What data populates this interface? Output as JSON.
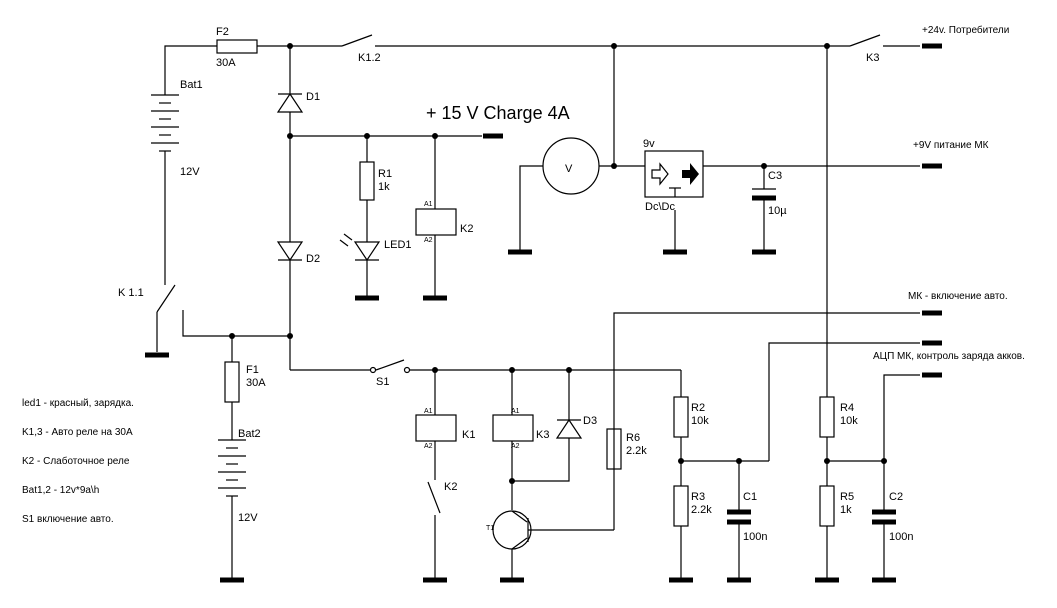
{
  "labels": {
    "f2": "F2",
    "f2_val": "30A",
    "bat1": "Bat1",
    "bat1_val": "12V",
    "d1": "D1",
    "d2": "D2",
    "k12": "K1.2",
    "k3": "K3",
    "k11": "K 1.1",
    "charge": "+  15 V Charge 4A",
    "r1": "R1",
    "r1_val": "1k",
    "led1": "LED1",
    "k2": "K2",
    "k2_sw": "K2",
    "a1": "A1",
    "a2": "A2",
    "nine_v": "9v",
    "dcdc": "Dc\\Dc",
    "c3": "C3",
    "c3_val": "10µ",
    "out24": "+24v. Потребители",
    "out9": "+9V питание МК",
    "out_mk_on": "МК - включение авто.",
    "out_adc": "АЦП МК, контроль заряда акков.",
    "f1": "F1",
    "f1_val": "30A",
    "bat2": "Bat2",
    "bat2_val": "12V",
    "s1": "S1",
    "k1": "K1",
    "k3_coil": "K3",
    "d3": "D3",
    "r6": "R6",
    "r6_val": "2.2k",
    "r2": "R2",
    "r2_val": "10k",
    "r3": "R3",
    "r3_val": "2.2k",
    "c1": "C1",
    "c1_val": "100n",
    "r4": "R4",
    "r4_val": "10k",
    "r5": "R5",
    "r5_val": "1k",
    "c2": "C2",
    "c2_val": "100n",
    "t1": "T1",
    "voltmeter": "V"
  },
  "notes": [
    "led1 - красный, зарядка.",
    "K1,3 - Авто реле на 30А",
    "K2 - Слаботочное реле",
    "Bat1,2 - 12v*9a\\h",
    "S1 включение авто."
  ]
}
